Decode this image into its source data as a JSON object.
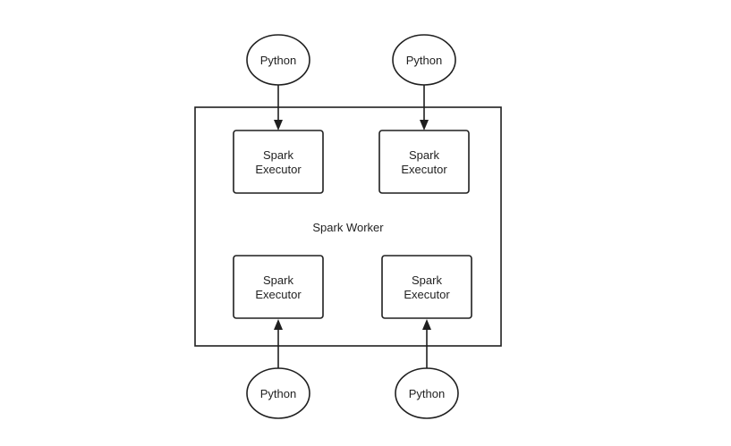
{
  "diagram": {
    "worker_label": "Spark Worker",
    "executors": [
      {
        "line1": "Spark",
        "line2": "Executor"
      },
      {
        "line1": "Spark",
        "line2": "Executor"
      },
      {
        "line1": "Spark",
        "line2": "Executor"
      },
      {
        "line1": "Spark",
        "line2": "Executor"
      }
    ],
    "python_nodes": [
      {
        "label": "Python"
      },
      {
        "label": "Python"
      },
      {
        "label": "Python"
      },
      {
        "label": "Python"
      }
    ],
    "edges": [
      {
        "from": "python-top-left",
        "to": "executor-top-left"
      },
      {
        "from": "python-top-right",
        "to": "executor-top-right"
      },
      {
        "from": "python-bottom-left",
        "to": "executor-bottom-left"
      },
      {
        "from": "python-bottom-right",
        "to": "executor-bottom-right"
      }
    ],
    "colors": {
      "stroke": "#1f1f1f",
      "text": "#222222",
      "background": "#ffffff"
    }
  }
}
